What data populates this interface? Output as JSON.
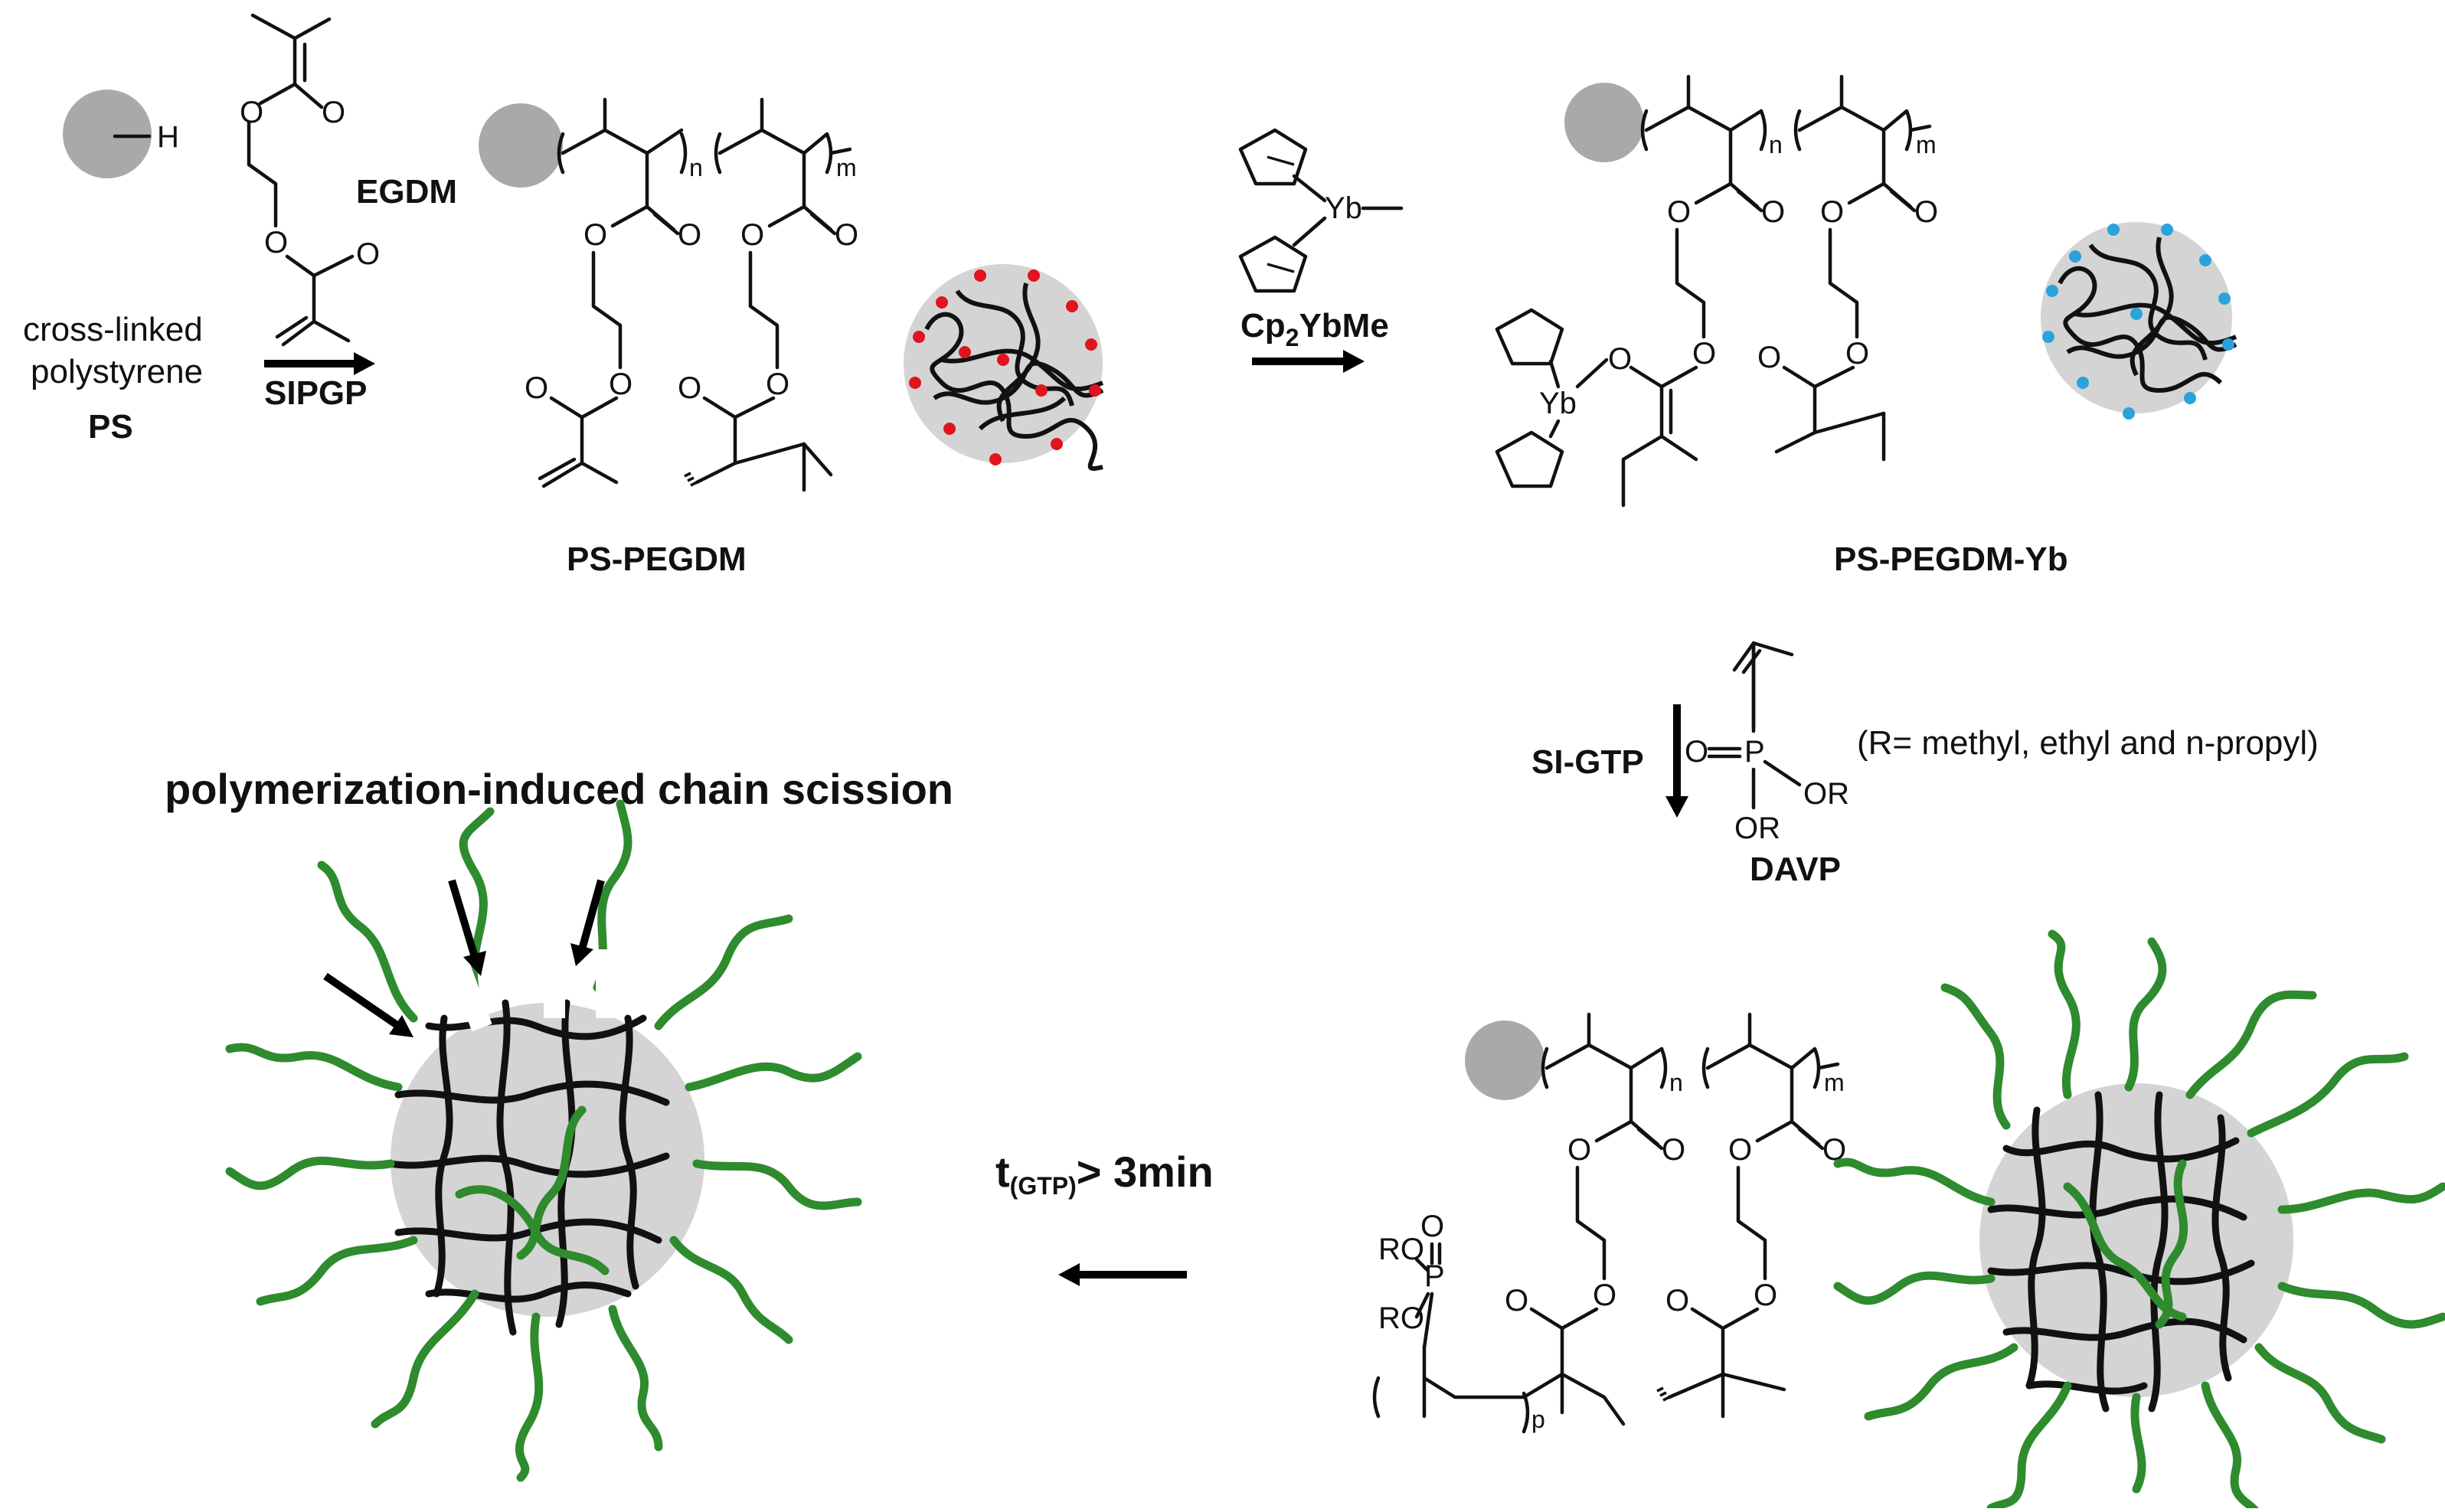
{
  "labels": {
    "ps_h": "H",
    "egdm": "EGDM",
    "crosslinked_1": "cross-linked",
    "crosslinked_2": "polystyrene",
    "ps": "PS",
    "sipgp": "SIPGP",
    "ps_pegdm": "PS-PEGDM",
    "yb_reagent": "Cp",
    "yb_reagent_sub": "2",
    "yb_reagent_end": "YbMe",
    "yb_atom": "Yb",
    "ps_pegdm_yb": "PS-PEGDM-Yb",
    "si_gtp": "SI-GTP",
    "davp": "DAVP",
    "r_def": "(R= methyl, ethyl and n-propyl)",
    "scission_title": "polymerization-induced chain scission",
    "time_main": "t",
    "time_sub": "(GTP)",
    "time_end": "> 3min",
    "n": "n",
    "m": "m",
    "p": "p",
    "o": "O",
    "p_atom": "P",
    "or": "OR",
    "ro": "RO"
  },
  "colors": {
    "core": "#a9a9a9",
    "particle": "#d4d4d4",
    "red_ends": "#e0141e",
    "blue_ends": "#2aa3dc",
    "green_chains": "#2e8b2e"
  }
}
